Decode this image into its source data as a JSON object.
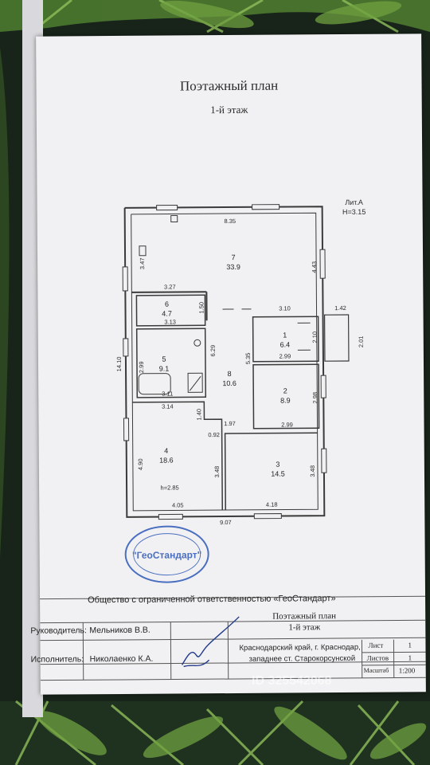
{
  "header": {
    "title": "Поэтажный план",
    "subtitle": "1-й этаж"
  },
  "plan": {
    "litera": "Лит.А",
    "height": "Н=3.15",
    "rooms": [
      {
        "num": "7",
        "area": "33.9"
      },
      {
        "num": "6",
        "area": "4.7"
      },
      {
        "num": "5",
        "area": "9.1"
      },
      {
        "num": "8",
        "area": "10.6"
      },
      {
        "num": "1",
        "area": "6.4"
      },
      {
        "num": "2",
        "area": "8.9"
      },
      {
        "num": "4",
        "area": "18.6"
      },
      {
        "num": "3",
        "area": "14.5"
      }
    ],
    "dimensions": {
      "d835": "8.35",
      "d347": "3.47",
      "d443": "4.43",
      "d327": "3.27",
      "d150": "1.50",
      "d310": "3.10",
      "d142": "1.42",
      "d313": "3.13",
      "d201": "2.01",
      "d210": "2.10",
      "d629": "6.29",
      "d535": "5.35",
      "d1410": "14.10",
      "d299a": "2.99",
      "d299b": "2.99",
      "d299c": "2.99",
      "d311": "3.11",
      "d314": "3.14",
      "d298": "2.98",
      "d140": "1.40",
      "d197": "1.97",
      "d092": "0.92",
      "d490": "4.90",
      "d348a": "3.48",
      "d348b": "3.48",
      "h285": "h=2.85",
      "d405": "4.05",
      "d418": "4.18",
      "d907": "9.07"
    }
  },
  "stamp": {
    "name": "\"ГеоСтандарт\""
  },
  "titleblock": {
    "org": "Общество с ограниченной ответственностью «ГеоСтандарт»",
    "role1": "Руководитель:",
    "person1": "Мельников В.В.",
    "role2": "Исполнитель:",
    "person2": "Николаенко К.А.",
    "doc_title": "Поэтажный план",
    "doc_floor": "1-й этаж",
    "addr1": "Краснодарский край, г. Краснодар,",
    "addr2": "западнее ст. Старокорсунской",
    "sheet_label": "Лист",
    "sheet_value": "1",
    "sheets_label": "Листов",
    "sheets_value": "1",
    "scale_label": "Масштаб",
    "scale_value": "1:200"
  },
  "watermark": "ID 325542068",
  "colors": {
    "paper": "#f1f1f3",
    "ink": "#3a3a3a",
    "stamp": "#4a6fc0",
    "leaf": "#3f6b2a"
  }
}
